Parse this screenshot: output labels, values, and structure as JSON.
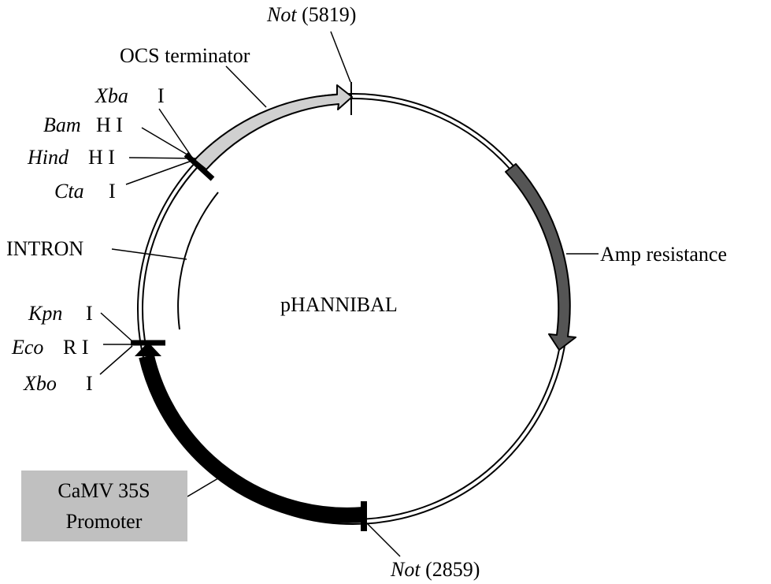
{
  "plasmid": {
    "name": "pHANNIBAL"
  },
  "sites": {
    "not_top": {
      "enzyme": "Not",
      "position": "(5819)"
    },
    "not_bottom": {
      "enzyme": "Not",
      "position": "(2859)"
    },
    "xba": {
      "enzyme": "Xba",
      "suffix": "I"
    },
    "bam": {
      "enzyme": "Bam",
      "suffix": "H I"
    },
    "hind": {
      "enzyme": "Hind",
      "suffix": "H I"
    },
    "cta": {
      "enzyme": "Cta",
      "suffix": "I"
    },
    "kpn": {
      "enzyme": "Kpn",
      "suffix": "I"
    },
    "eco": {
      "enzyme": "Eco",
      "suffix": "R I"
    },
    "xbo": {
      "enzyme": "Xbo",
      "suffix": "I"
    }
  },
  "features": {
    "ocs": "OCS terminator",
    "intron": "INTRON",
    "amp": "Amp resistance",
    "camv_line1": "CaMV 35S",
    "camv_line2": "Promoter"
  },
  "colors": {
    "ocs_fill": "#d0d0d0",
    "amp_fill": "#555555",
    "camv_fill": "#000000",
    "promoter_box": "#c0c0c0"
  }
}
